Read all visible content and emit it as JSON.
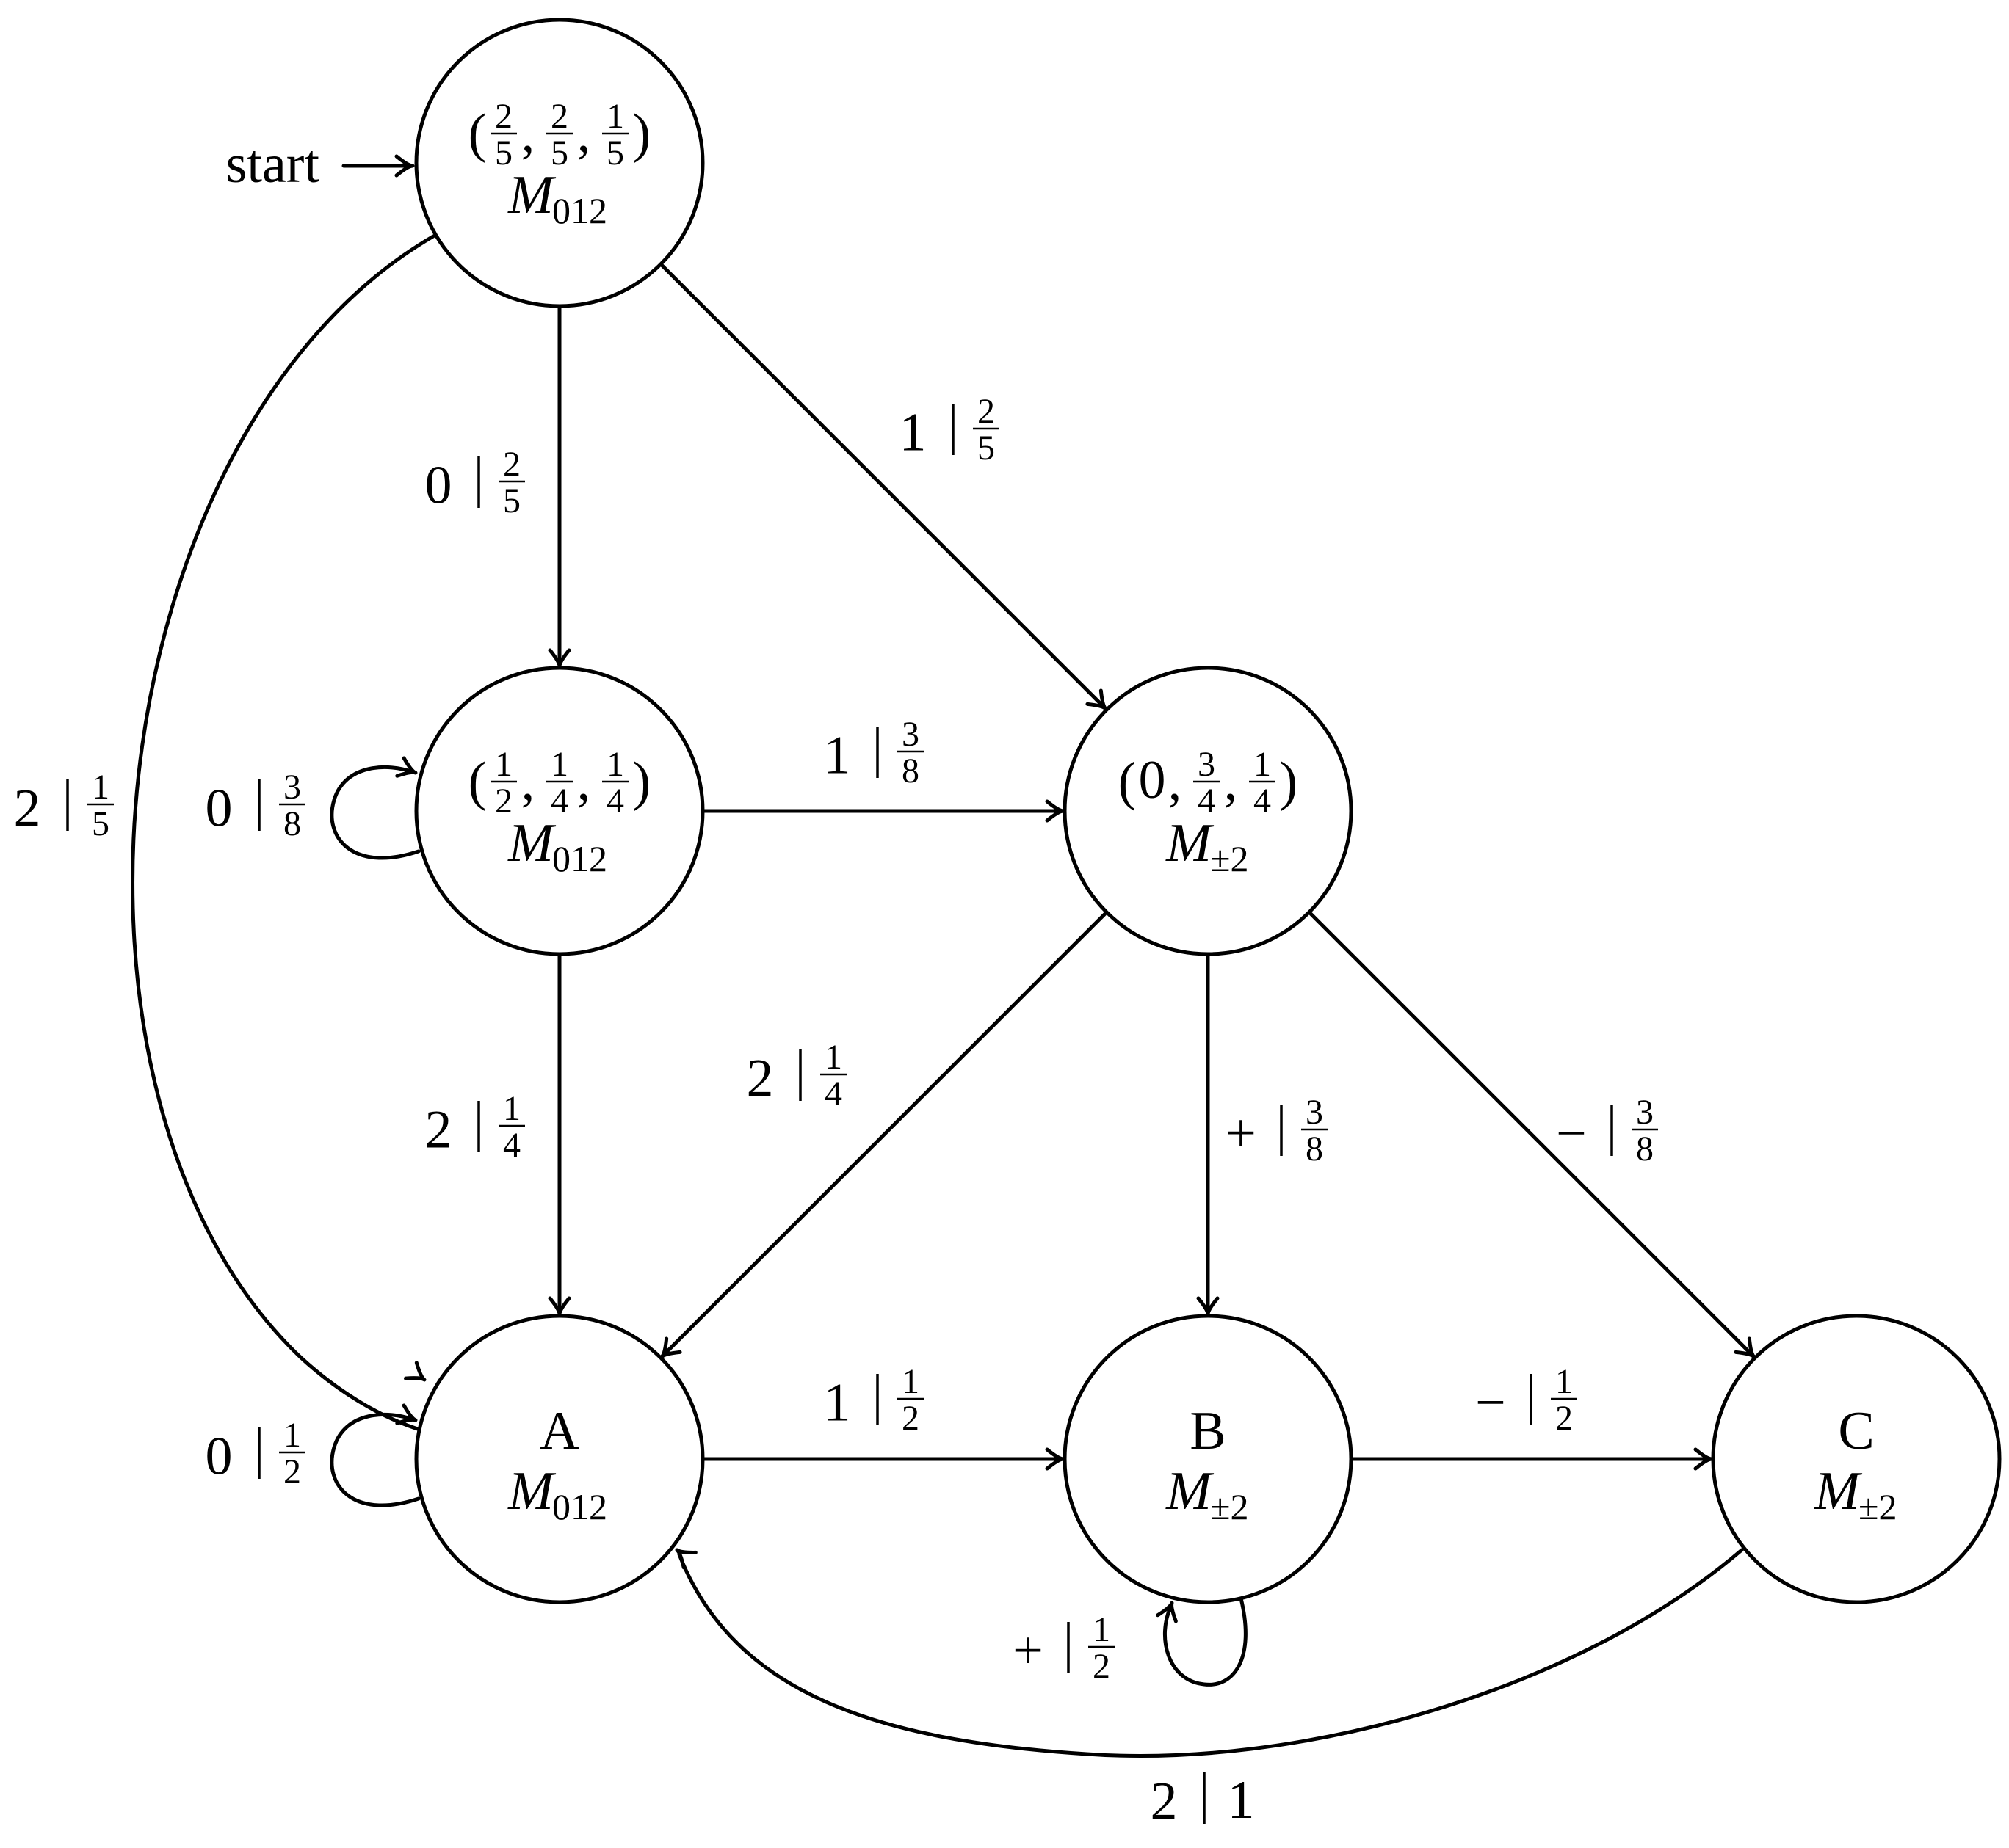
{
  "start_label": "start",
  "states": [
    {
      "id": "s0",
      "vector": [
        {
          "n": "2",
          "d": "5"
        },
        {
          "n": "2",
          "d": "5"
        },
        {
          "n": "1",
          "d": "5"
        }
      ],
      "title": "",
      "machine": "M",
      "machine_sub": "012"
    },
    {
      "id": "s1",
      "vector": [
        {
          "n": "1",
          "d": "2"
        },
        {
          "n": "1",
          "d": "4"
        },
        {
          "n": "1",
          "d": "4"
        }
      ],
      "title": "",
      "machine": "M",
      "machine_sub": "012"
    },
    {
      "id": "s2",
      "vector": [
        {
          "w": "0"
        },
        {
          "n": "3",
          "d": "4"
        },
        {
          "n": "1",
          "d": "4"
        }
      ],
      "title": "",
      "machine": "M",
      "machine_sub": "±2"
    },
    {
      "id": "A",
      "vector": [],
      "title": "A",
      "machine": "M",
      "machine_sub": "012"
    },
    {
      "id": "B",
      "vector": [],
      "title": "B",
      "machine": "M",
      "machine_sub": "±2"
    },
    {
      "id": "C",
      "vector": [],
      "title": "C",
      "machine": "M",
      "machine_sub": "±2"
    }
  ],
  "edges": [
    {
      "id": "s0-A",
      "from": "s0",
      "to": "A",
      "symbol": "2",
      "prob": {
        "n": "1",
        "d": "5"
      }
    },
    {
      "id": "s0-s1",
      "from": "s0",
      "to": "s1",
      "symbol": "0",
      "prob": {
        "n": "2",
        "d": "5"
      }
    },
    {
      "id": "s0-s2",
      "from": "s0",
      "to": "s2",
      "symbol": "1",
      "prob": {
        "n": "2",
        "d": "5"
      }
    },
    {
      "id": "s1-s1",
      "from": "s1",
      "to": "s1",
      "symbol": "0",
      "prob": {
        "n": "3",
        "d": "8"
      }
    },
    {
      "id": "s1-s2",
      "from": "s1",
      "to": "s2",
      "symbol": "1",
      "prob": {
        "n": "3",
        "d": "8"
      }
    },
    {
      "id": "s1-A",
      "from": "s1",
      "to": "A",
      "symbol": "2",
      "prob": {
        "n": "1",
        "d": "4"
      }
    },
    {
      "id": "s2-A",
      "from": "s2",
      "to": "A",
      "symbol": "2",
      "prob": {
        "n": "1",
        "d": "4"
      }
    },
    {
      "id": "s2-B",
      "from": "s2",
      "to": "B",
      "symbol": "+",
      "prob": {
        "n": "3",
        "d": "8"
      }
    },
    {
      "id": "s2-C",
      "from": "s2",
      "to": "C",
      "symbol": "−",
      "prob": {
        "n": "3",
        "d": "8"
      }
    },
    {
      "id": "A-A",
      "from": "A",
      "to": "A",
      "symbol": "0",
      "prob": {
        "n": "1",
        "d": "2"
      }
    },
    {
      "id": "A-B",
      "from": "A",
      "to": "B",
      "symbol": "1",
      "prob": {
        "n": "1",
        "d": "2"
      }
    },
    {
      "id": "B-B",
      "from": "B",
      "to": "B",
      "symbol": "+",
      "prob": {
        "n": "1",
        "d": "2"
      }
    },
    {
      "id": "B-C",
      "from": "B",
      "to": "C",
      "symbol": "−",
      "prob": {
        "n": "1",
        "d": "2"
      }
    },
    {
      "id": "C-A",
      "from": "C",
      "to": "A",
      "symbol": "2",
      "prob": {
        "w": "1"
      }
    }
  ]
}
